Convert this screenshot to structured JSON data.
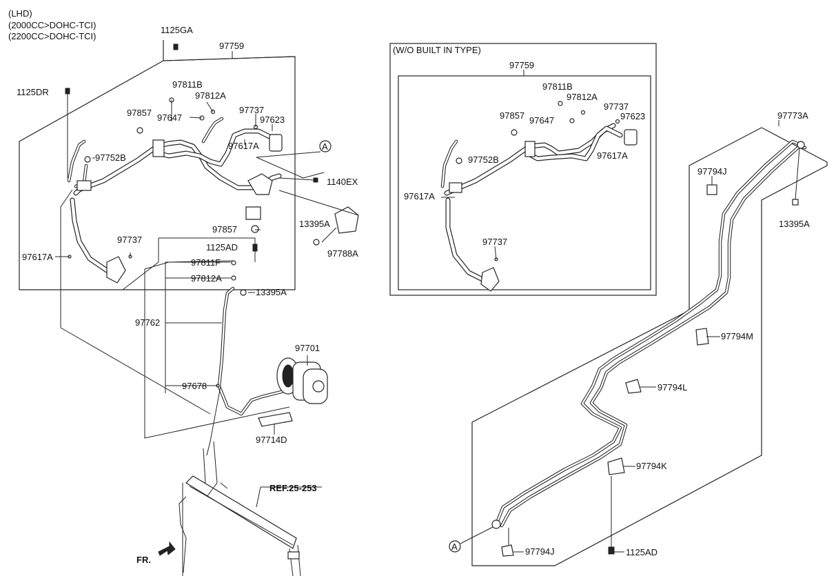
{
  "header": {
    "lines": [
      "(LHD)",
      "(2000CC>DOHC-TCI)",
      "(2200CC>DOHC-TCI)"
    ]
  },
  "inset": {
    "title": "(W/O BUILT IN TYPE)"
  },
  "labels": {
    "l_1125GA": "1125GA",
    "l_97759_main": "97759",
    "l_1125DR": "1125DR",
    "l_97811B_main": "97811B",
    "l_97812A_main": "97812A",
    "l_97857_main_top": "97857",
    "l_97647_main": "97647",
    "l_97737_main_top": "97737",
    "l_97623_main": "97623",
    "l_97752B_main": "97752B",
    "l_97617A_main_mid": "97617A",
    "l_A_main": "A",
    "l_1140EX": "1140EX",
    "l_97857_main_bot": "97857",
    "l_13395A_main_right": "13395A",
    "l_1125AD_main": "1125AD",
    "l_97788A": "97788A",
    "l_97737_main_bot": "97737",
    "l_97617A_main_left": "97617A",
    "l_97811F": "97811F",
    "l_97812A_lower": "97812A",
    "l_13395A_lower": "13395A",
    "l_97762": "97762",
    "l_97701": "97701",
    "l_97678": "97678",
    "l_97714D": "97714D",
    "l_REF": "REF.25-253",
    "l_FR": "FR.",
    "l_97759_inset": "97759",
    "l_97811B_inset": "97811B",
    "l_97812A_inset": "97812A",
    "l_97857_inset": "97857",
    "l_97737_inset_top": "97737",
    "l_97647_inset": "97647",
    "l_97623_inset": "97623",
    "l_97752B_inset": "97752B",
    "l_97617A_inset_right": "97617A",
    "l_97617A_inset_left": "97617A",
    "l_97737_inset_bot": "97737",
    "l_97773A": "97773A",
    "l_97794J_top": "97794J",
    "l_13395A_right": "13395A",
    "l_97794M": "97794M",
    "l_97794L": "97794L",
    "l_97794K": "97794K",
    "l_A_right": "A",
    "l_97794J_bot": "97794J",
    "l_1125AD_right": "1125AD"
  }
}
